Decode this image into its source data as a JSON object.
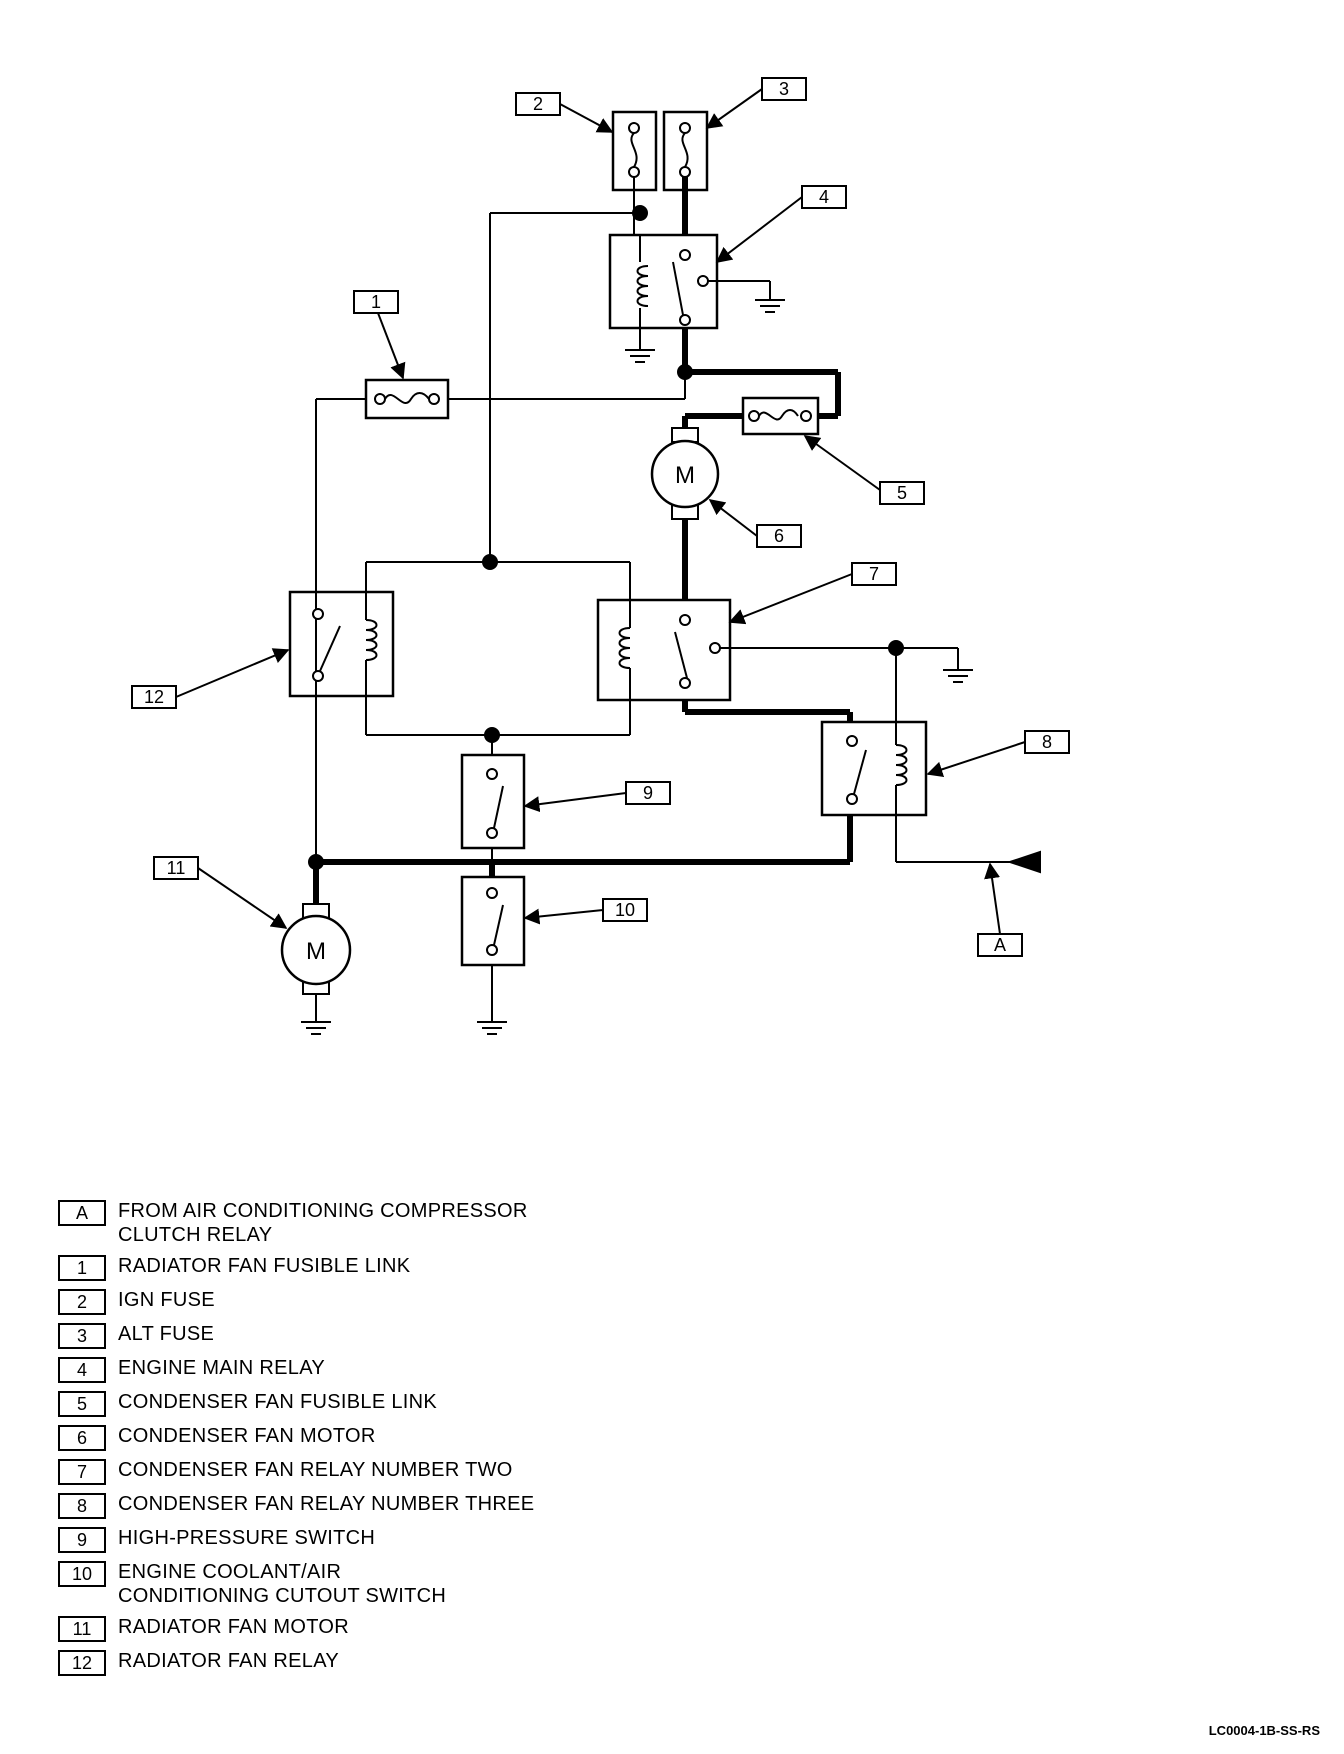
{
  "diagram": {
    "callouts": [
      "A",
      "1",
      "2",
      "3",
      "4",
      "5",
      "6",
      "7",
      "8",
      "9",
      "10",
      "11",
      "12"
    ],
    "motor_symbol": "M"
  },
  "legend": [
    {
      "key": "A",
      "text": "FROM AIR CONDITIONING COMPRESSOR\nCLUTCH RELAY"
    },
    {
      "key": "1",
      "text": "RADIATOR FAN FUSIBLE LINK"
    },
    {
      "key": "2",
      "text": "IGN FUSE"
    },
    {
      "key": "3",
      "text": "ALT FUSE"
    },
    {
      "key": "4",
      "text": "ENGINE MAIN RELAY"
    },
    {
      "key": "5",
      "text": "CONDENSER FAN FUSIBLE LINK"
    },
    {
      "key": "6",
      "text": "CONDENSER FAN MOTOR"
    },
    {
      "key": "7",
      "text": "CONDENSER FAN RELAY NUMBER TWO"
    },
    {
      "key": "8",
      "text": "CONDENSER FAN RELAY NUMBER THREE"
    },
    {
      "key": "9",
      "text": "HIGH-PRESSURE SWITCH"
    },
    {
      "key": "10",
      "text": "ENGINE COOLANT/AIR\nCONDITIONING CUTOUT SWITCH"
    },
    {
      "key": "11",
      "text": "RADIATOR FAN MOTOR"
    },
    {
      "key": "12",
      "text": "RADIATOR FAN RELAY"
    }
  ],
  "figure_id": "LC0004-1B-SS-RS"
}
